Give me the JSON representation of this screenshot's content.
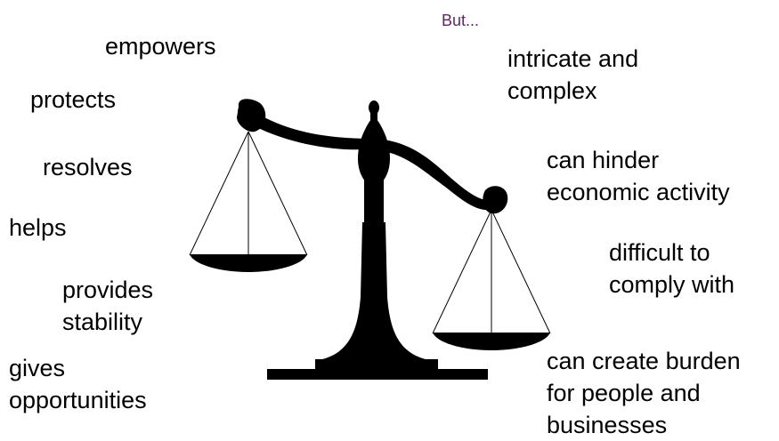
{
  "header": {
    "but_label": "But...",
    "but_color": "#5a2a5e"
  },
  "left_side": {
    "items": [
      {
        "text": "empowers"
      },
      {
        "text": "protects"
      },
      {
        "text": "resolves"
      },
      {
        "text": "helps"
      },
      {
        "lines": [
          "provides",
          "stability"
        ]
      },
      {
        "lines": [
          "gives",
          "opportunities"
        ]
      }
    ]
  },
  "right_side": {
    "items": [
      {
        "lines": [
          "intricate and",
          "complex"
        ]
      },
      {
        "lines": [
          "can hinder",
          "economic activity"
        ]
      },
      {
        "lines": [
          "difficult to",
          "comply with"
        ]
      },
      {
        "lines": [
          "can create burden",
          "for people and",
          "businesses"
        ]
      }
    ]
  },
  "figure": {
    "icon": "balance-scale-icon",
    "fill_color": "#000000"
  }
}
